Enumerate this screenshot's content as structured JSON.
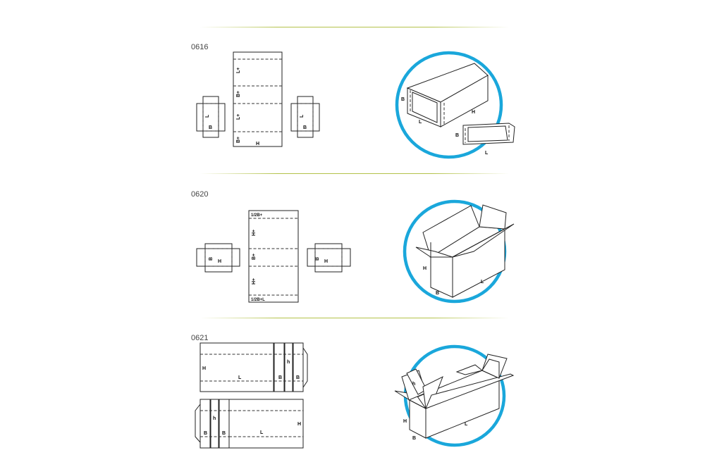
{
  "sections": [
    {
      "code": "0616",
      "flat_labels": [
        "L+",
        "B+",
        "L+",
        "B+",
        "H",
        "L",
        "B",
        "L",
        "B"
      ],
      "iso_labels": [
        "B",
        "H",
        "L",
        "B",
        "L"
      ]
    },
    {
      "code": "0620",
      "flat_labels": [
        "1/2B+",
        "H+",
        "B+",
        "H+",
        "1/2B+L",
        "B",
        "H",
        "B",
        "H"
      ],
      "iso_labels": [
        "H",
        "B",
        "L"
      ]
    },
    {
      "code": "0621",
      "flat_labels": [
        "H",
        "L",
        "h",
        "B",
        "B",
        "h",
        "B",
        "B",
        "L",
        "H"
      ],
      "iso_labels": [
        "h",
        "H",
        "B",
        "L"
      ]
    }
  ],
  "colors": {
    "circle": "#1aa7db",
    "separator": "#b3c24a"
  }
}
